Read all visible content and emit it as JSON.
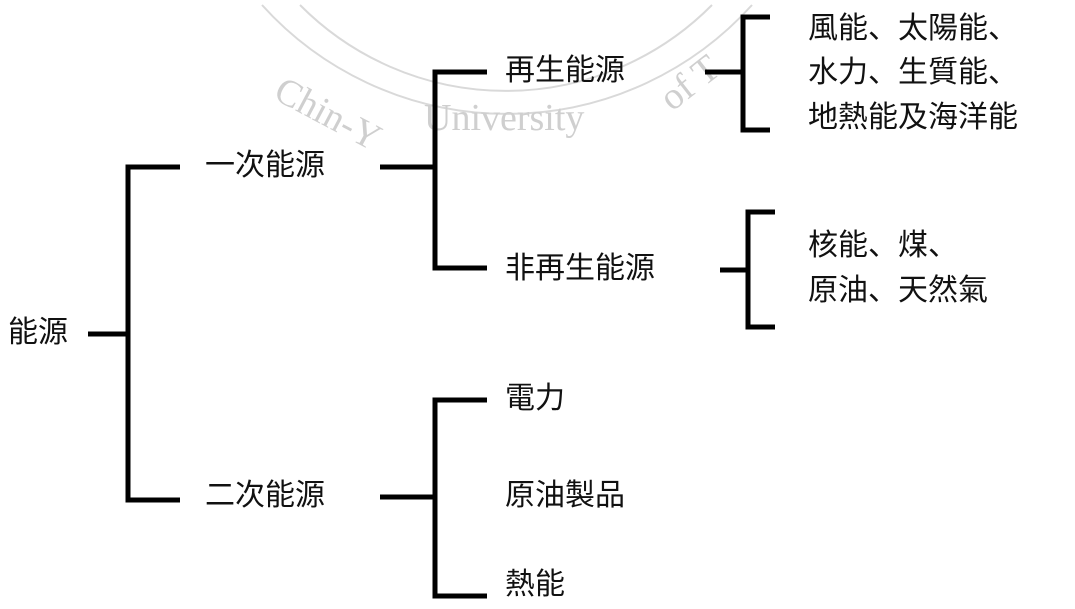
{
  "diagram": {
    "root": "能源",
    "primary": {
      "label": "一次能源",
      "renewable": {
        "label": "再生能源",
        "examples": [
          "風能、太陽能、",
          "水力、生質能、",
          "地熱能及海洋能"
        ]
      },
      "non_renewable": {
        "label": "非再生能源",
        "examples": [
          "核能、煤、",
          "原油、天然氣"
        ]
      }
    },
    "secondary": {
      "label": "二次能源",
      "items": [
        "電力",
        "原油製品",
        "熱能"
      ]
    }
  },
  "watermark": {
    "text_left": "Chin-Y",
    "text_mid": "University",
    "text_right": "of T"
  }
}
